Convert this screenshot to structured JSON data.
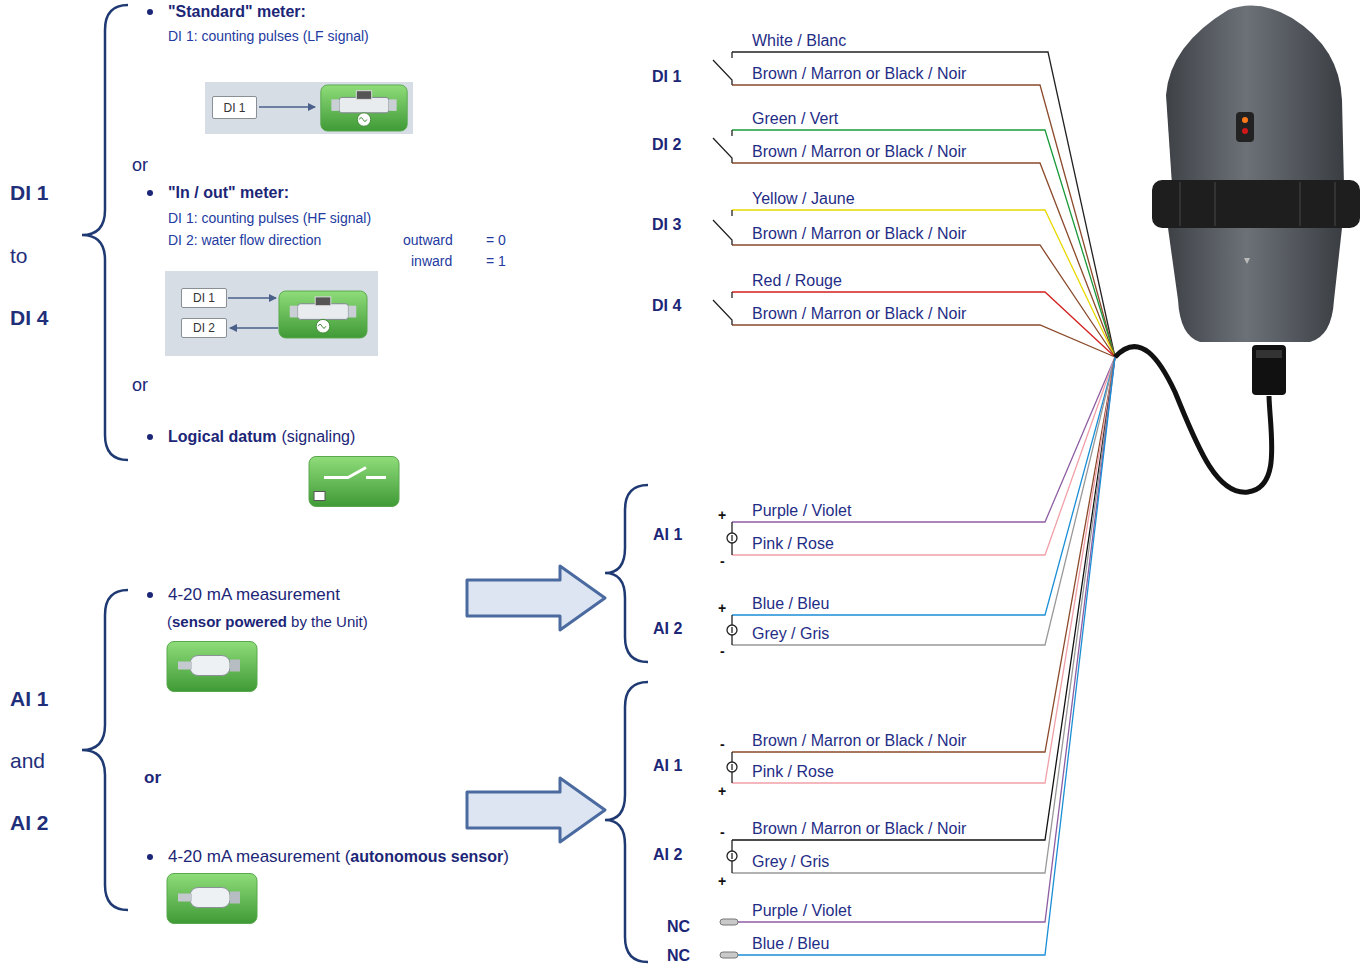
{
  "diagram": {
    "nodes": [
      {
        "text": [
          "DI 1"
        ]
      },
      {
        "text": [
          "DI 1"
        ]
      },
      {
        "text": [
          "DI 2"
        ]
      }
    ],
    "labels": [
      "\"Standard\" meter:",
      "DI 1: counting pulses (LF signal)",
      "or",
      "\"In / out\" meter:",
      "DI 1: counting pulses (HF signal)",
      "DI 2: water flow direction",
      "outward",
      "= 0",
      "inward",
      "= 1",
      "or",
      "Logical datum",
      "(signaling)",
      "DI 1",
      "to",
      "DI 4",
      "4-20 mA measurement",
      "(",
      "sensor powered",
      "by the Unit)",
      "AI 1",
      "and",
      "AI 2",
      "or",
      "4-20 mA measurement (",
      "autonomous sensor",
      ")",
      "DI 1",
      "White / Blanc",
      "Brown / Marron or Black / Noir",
      "DI 2",
      "Green / Vert",
      "Brown / Marron or Black / Noir",
      "DI 3",
      "Yellow / Jaune",
      "Brown / Marron or Black / Noir",
      "DI 4",
      "Red / Rouge",
      "Brown / Marron or Black / Noir",
      "AI 1",
      "+",
      "Purple / Violet",
      "Pink / Rose",
      "-",
      "AI 2",
      "+",
      "Blue / Bleu",
      "Grey / Gris",
      "-",
      "AI 1",
      "-",
      "Brown / Marron or Black / Noir",
      "Pink / Rose",
      "+",
      "AI 2",
      "-",
      "Brown / Marron or Black / Noir",
      "Grey / Gris",
      "+",
      "NC",
      "Purple / Violet",
      "NC",
      "Blue / Bleu"
    ]
  }
}
